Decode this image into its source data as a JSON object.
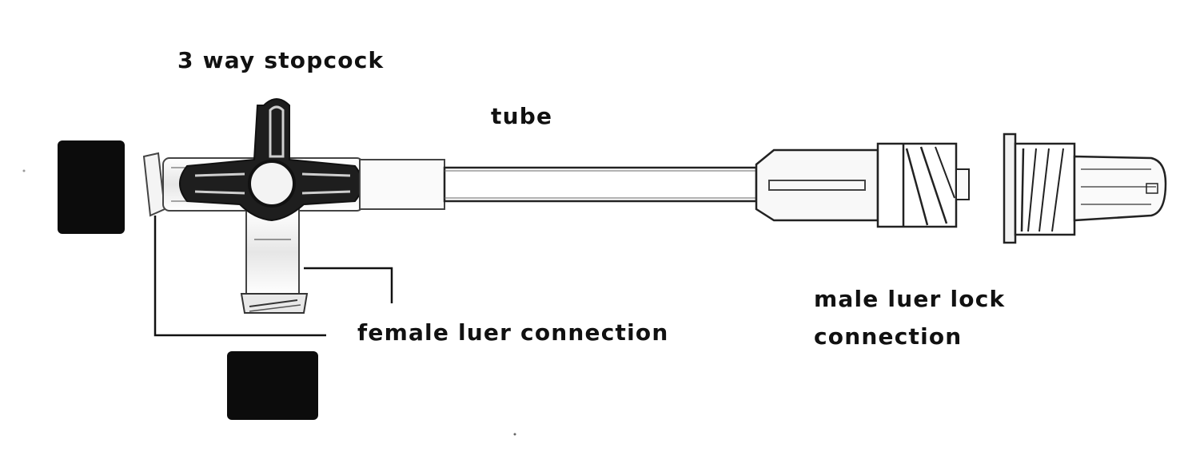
{
  "labels": {
    "stopcock": "3 way stopcock",
    "tube": "tube",
    "female_luer": "female luer connection",
    "male_luer_line1": "male luer lock",
    "male_luer_line2": "connection"
  },
  "colors": {
    "ink": "#111111",
    "outline": "#333333",
    "body_fill": "#f2f2f2",
    "cap_fill": "#0c0c0c"
  }
}
